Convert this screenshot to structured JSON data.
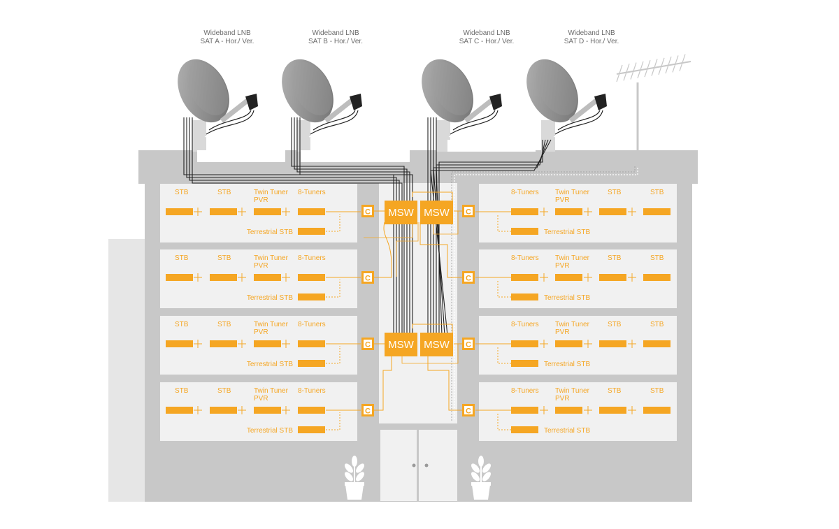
{
  "lnbs": [
    {
      "line1": "Wideband LNB",
      "line2": "SAT A - Hor./ Ver."
    },
    {
      "line1": "Wideband LNB",
      "line2": "SAT B - Hor./ Ver."
    },
    {
      "line1": "Wideband LNB",
      "line2": "SAT C - Hor./ Ver."
    },
    {
      "line1": "Wideband LNB",
      "line2": "SAT D - Hor./ Ver."
    }
  ],
  "left_floor_labels": [
    "STB",
    "STB",
    "Twin Tuner",
    "PVR",
    "8-Tuners"
  ],
  "right_floor_labels": [
    "8-Tuners",
    "Twin Tuner",
    "PVR",
    "STB",
    "STB"
  ],
  "terrestrial_label": "Terrestrial STB",
  "msw_label": "MSW",
  "coupler_label": "C",
  "colors": {
    "accent": "#f5a623",
    "building": "#c8c8c8",
    "apartment": "#f1f1f1",
    "dish": "#8f8f8f",
    "cable": "#222222"
  }
}
